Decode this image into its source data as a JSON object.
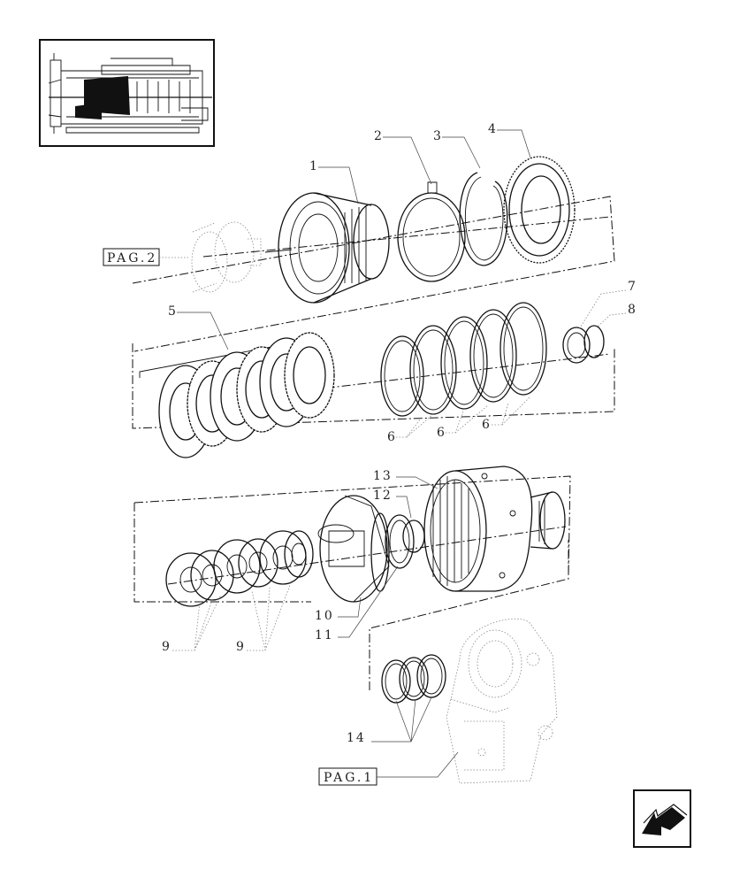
{
  "refs": {
    "pag2": "PAG.2",
    "pag1": "PAG.1"
  },
  "callouts": {
    "c1": "1",
    "c2": "2",
    "c3": "3",
    "c4": "4",
    "c5": "5",
    "c6a": "6",
    "c6b": "6",
    "c6c": "6",
    "c7": "7",
    "c8": "8",
    "c9a": "9",
    "c9b": "9",
    "c10": "10",
    "c11": "11",
    "c12": "12",
    "c13": "13",
    "c14": "14"
  },
  "icons": {
    "thumbnail": "transmission-overview-icon",
    "nav": "back-arrow-icon"
  },
  "colors": {
    "ink": "#111111",
    "paper": "#ffffff"
  }
}
